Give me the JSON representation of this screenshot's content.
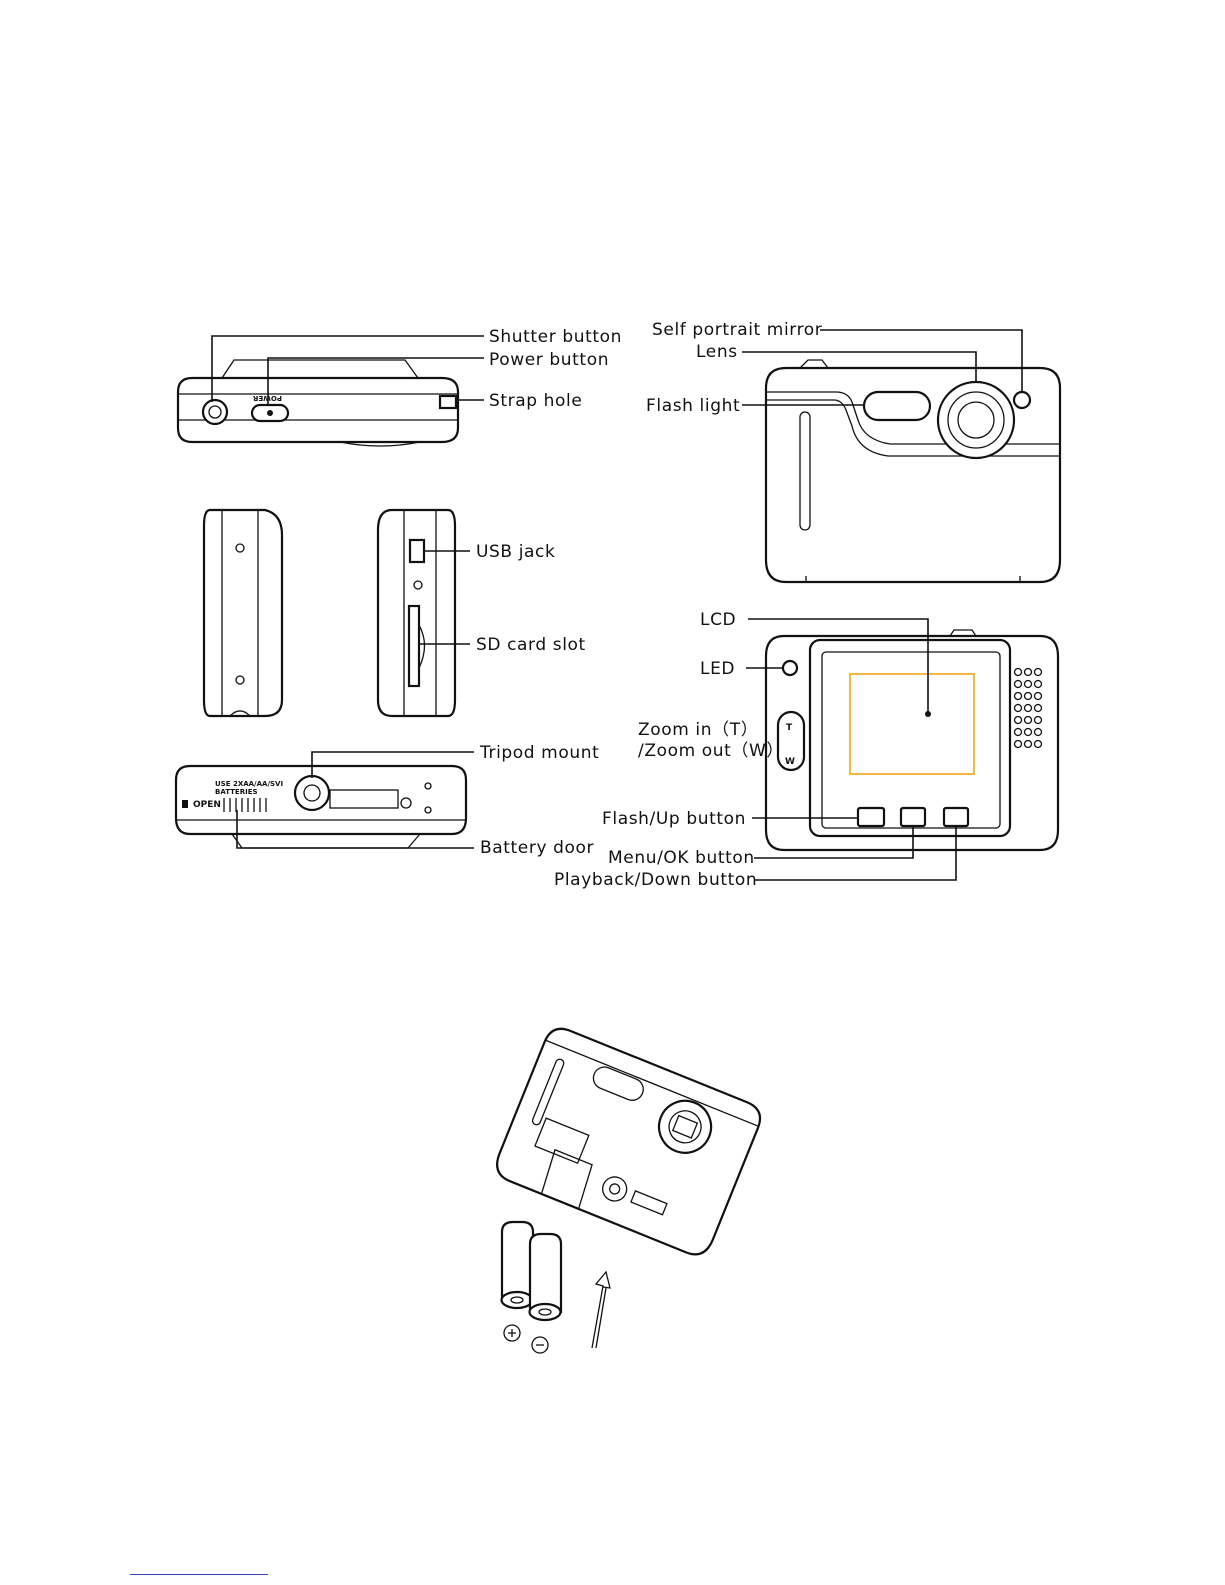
{
  "labels": {
    "shutter": "Shutter button",
    "power": "Power button",
    "strap": "Strap hole",
    "usb": "USB jack",
    "sd": "SD card slot",
    "tripod": "Tripod mount",
    "battery_door": "Battery door",
    "mirror": "Self portrait mirror",
    "lens": "Lens",
    "flash": "Flash light",
    "lcd": "LCD",
    "led": "LED",
    "zoom_in": "Zoom in（T）",
    "zoom_out": "/Zoom out（W）",
    "flash_up": "Flash/Up button",
    "menu_ok": "Menu/OK button",
    "playback_down": "Playback/Down button"
  },
  "device_text": {
    "power_key": "POWER",
    "open": "OPEN",
    "usb_batt_1": "USE  2XAA/AA/SVI",
    "usb_batt_2": "BATTERIES",
    "zoom_t": "T",
    "zoom_w": "W"
  },
  "colors": {
    "lcd_frame": "#f0b030",
    "footer_rule": "#3344cc"
  }
}
